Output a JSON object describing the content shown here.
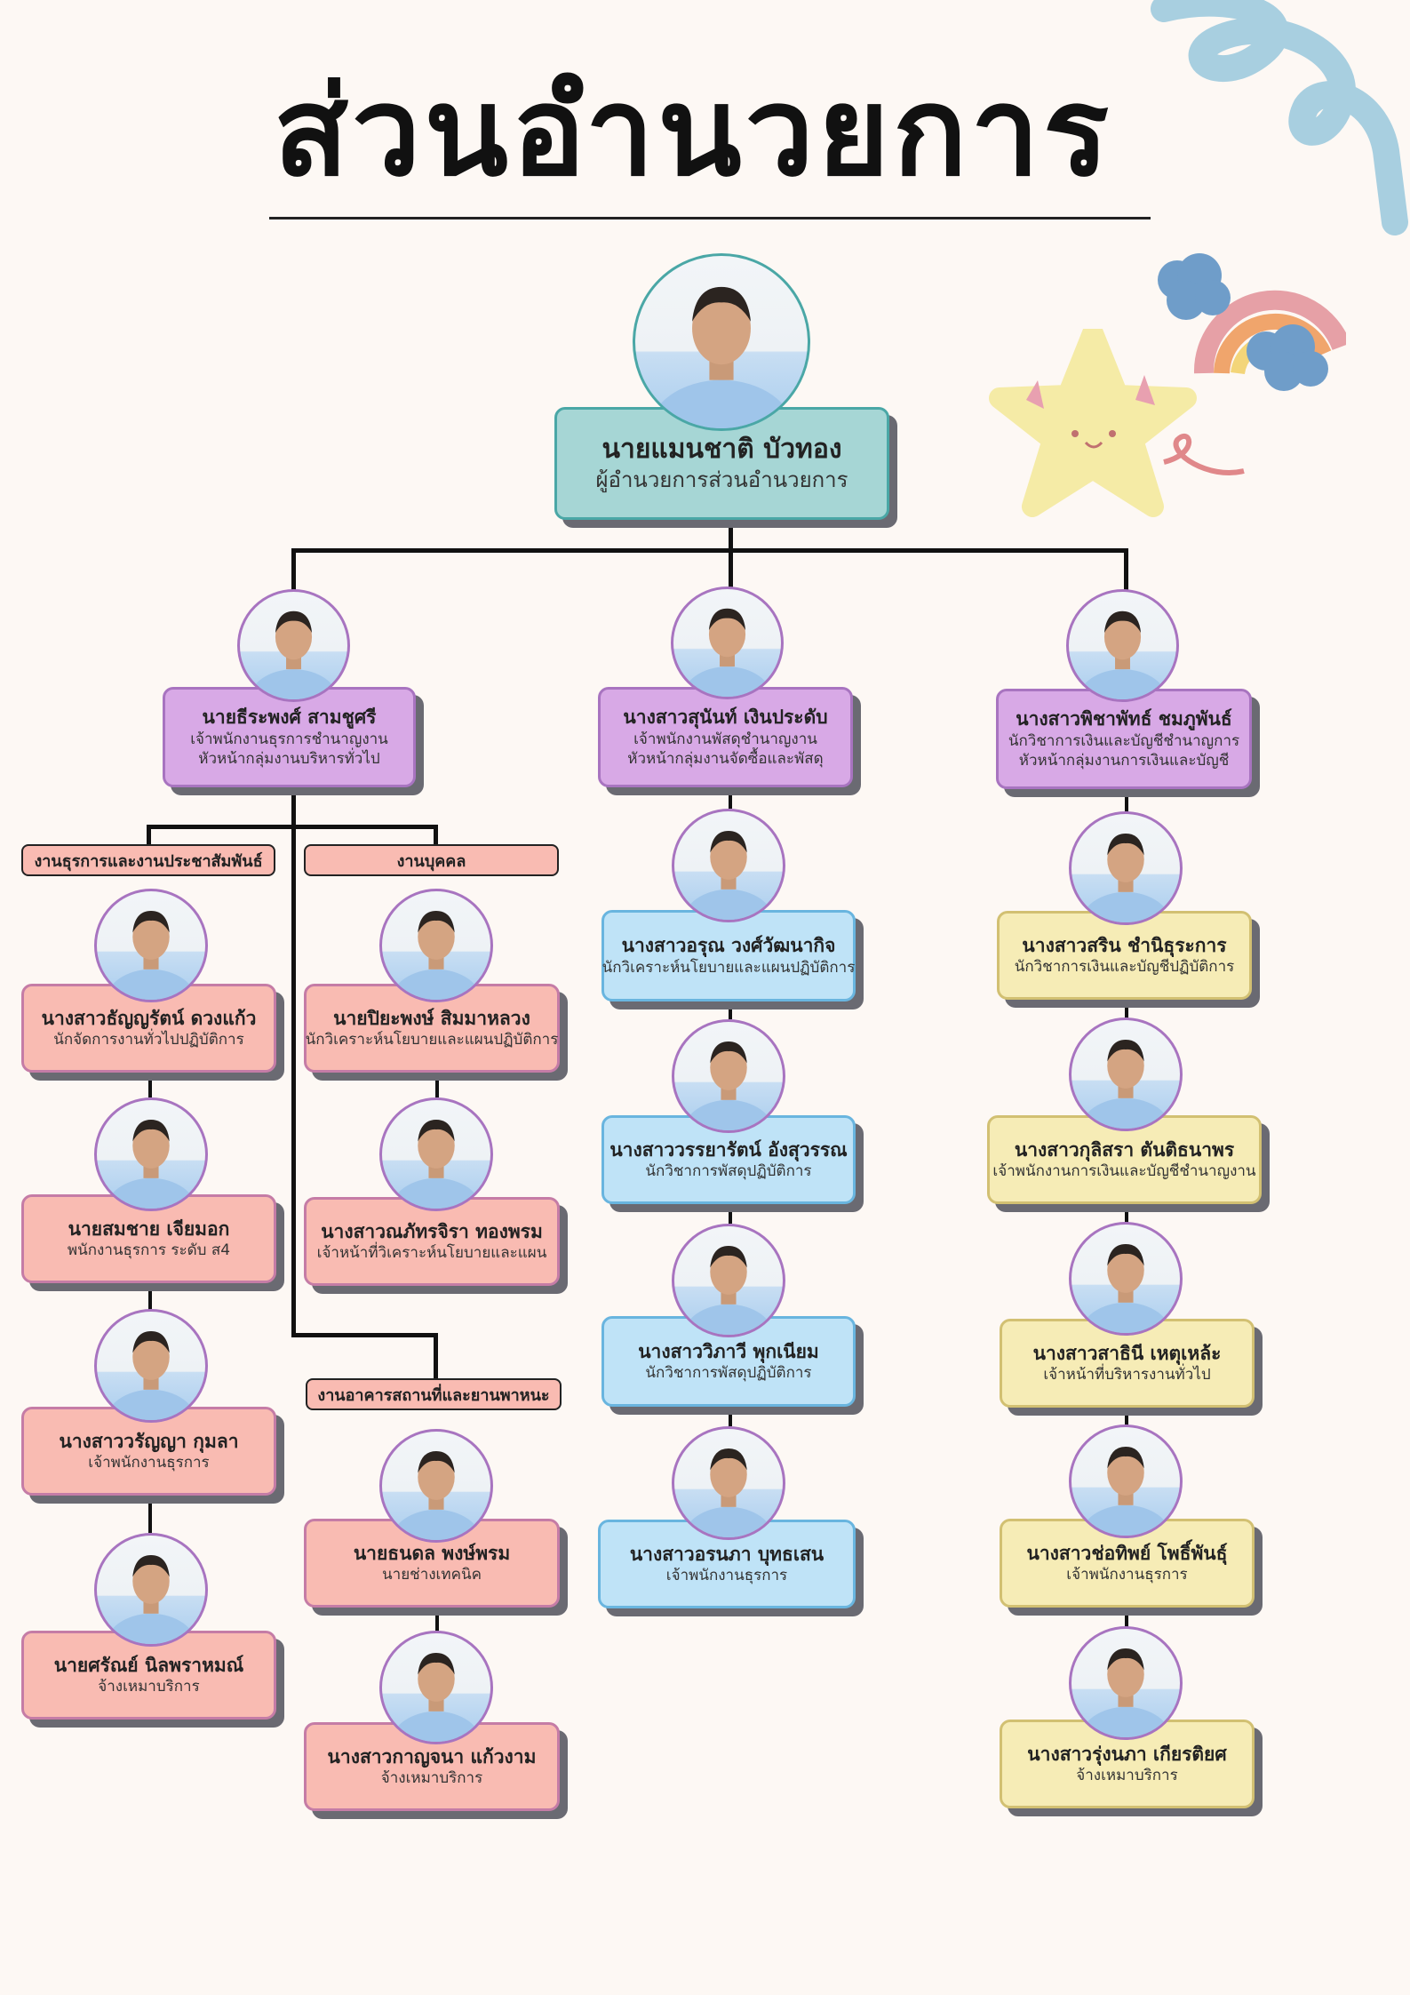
{
  "title": "ส่วนอำนวยการ",
  "director": {
    "name": "นายแมนชาติ  บัวทอง",
    "role": "ผู้อำนวยการส่วนอำนวยการ"
  },
  "heads": [
    {
      "name": "นายธีระพงศ์ สามชูศรี",
      "role1": "เจ้าพนักงานธุรการชำนาญงาน",
      "role2": "หัวหน้ากลุ่มงานบริหารทั่วไป"
    },
    {
      "name": "นางสาวสุนันท์ เงินประดับ",
      "role1": "เจ้าพนักงานพัสดุชำนาญงาน",
      "role2": "หัวหน้ากลุ่มงานจัดซื้อและพัสดุ"
    },
    {
      "name": "นางสาวพิชาพัทธ์ ชมภูพันธ์",
      "role1": "นักวิชาการเงินและบัญชีชำนาญการ",
      "role2": "หัวหน้ากลุ่มงานการเงินและบัญชี"
    }
  ],
  "sections": {
    "general": "งานธุรการและงานประชาสัมพันธ์",
    "personnel": "งานบุคคล",
    "building": "งานอาคารสถานที่และยานพาหนะ"
  },
  "general_staff": [
    {
      "name": "นางสาวธัญญรัตน์ ดวงแก้ว",
      "role": "นักจัดการงานทั่วไปปฏิบัติการ"
    },
    {
      "name": "นายสมชาย เจียมอก",
      "role": "พนักงานธุรการ ระดับ ส4"
    },
    {
      "name": "นางสาววรัญญา กุมลา",
      "role": "เจ้าพนักงานธุรการ"
    },
    {
      "name": "นายศรัณย์ นิลพราหมณ์",
      "role": "จ้างเหมาบริการ"
    }
  ],
  "personnel_staff": [
    {
      "name": "นายปิยะพงษ์ สิมมาหลวง",
      "role": "นักวิเคราะห์นโยบายและแผนปฏิบัติการ"
    },
    {
      "name": "นางสาวณภัทรจิรา ทองพรม",
      "role": "เจ้าหน้าที่วิเคราะห์นโยบายและแผน"
    }
  ],
  "building_staff": [
    {
      "name": "นายธนดล พงษ์พรม",
      "role": "นายช่างเทคนิค"
    },
    {
      "name": "นางสาวกาญจนา แก้วงาม",
      "role": "จ้างเหมาบริการ"
    }
  ],
  "procurement_staff": [
    {
      "name": "นางสาวอรุณ วงศ์วัฒนากิจ",
      "role": "นักวิเคราะห์นโยบายและแผนปฏิบัติการ"
    },
    {
      "name": "นางสาววรรยารัตน์ อังสุวรรณ",
      "role": "นักวิชาการพัสดุปฏิบัติการ"
    },
    {
      "name": "นางสาววิภาวี พุกเนียม",
      "role": "นักวิชาการพัสดุปฏิบัติการ"
    },
    {
      "name": "นางสาวอรนภา บุทธเสน",
      "role": "เจ้าพนักงานธุรการ"
    }
  ],
  "finance_staff": [
    {
      "name": "นางสาวสริน ชำนิธุระการ",
      "role": "นักวิชาการเงินและบัญชีปฏิบัติการ"
    },
    {
      "name": "นางสาวกุลิสรา ตันติธนาพร",
      "role": "เจ้าพนักงานการเงินและบัญชีชำนาญงาน"
    },
    {
      "name": "นางสาวสาธินี เหตุเหล้ะ",
      "role": "เจ้าหน้าที่บริหารงานทั่วไป"
    },
    {
      "name": "นางสาวช่อทิพย์ โพธิ์พันธุ์",
      "role": "เจ้าพนักงานธุรการ"
    },
    {
      "name": "นางสาวรุ่งนภา เกียรติยศ",
      "role": "จ้างเหมาบริการ"
    }
  ],
  "colors": {
    "director": "#a6d6d5",
    "head": "#d8a9e6",
    "admin": "#f9bbb2",
    "procurement": "#bfe3f7",
    "finance": "#f6ecb6"
  }
}
